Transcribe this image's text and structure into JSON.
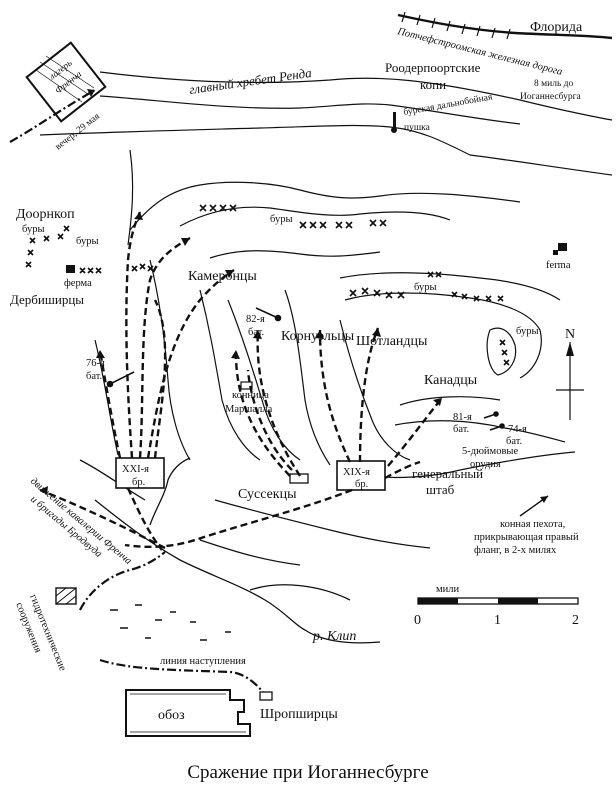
{
  "map": {
    "caption": "Сражение при Иоганнесбурге",
    "places": {
      "florida": "Флорида",
      "railway": "Потчефстроомская железная дорога",
      "mines_1": "Роодерпоортские",
      "mines_2": "копи",
      "distance_1": "8 миль до",
      "distance_2": "Иоганнесбурга",
      "ridge": "главный хребет Ренда",
      "boer_gun_1": "бурская дальнобойная",
      "boer_gun_2": "пушка",
      "camp_1": "лагерь",
      "camp_2": "Френча",
      "evening": "вечер, 29 мая",
      "doornkop": "Доорнкоп",
      "boers": "буры",
      "farm_cyr": "ферма",
      "farm_lat": "ferma",
      "river": "р. Клип",
      "hydro_1": "гидротехнические",
      "hydro_2": "сооружения",
      "advance_line": "линия наступления",
      "wagons": "обоз"
    },
    "units": {
      "derbyshire": "Дербиширцы",
      "camerons": "Камеронцы",
      "cornwall": "Корнуэльцы",
      "scots": "Шотландцы",
      "canadians": "Канадцы",
      "sussex": "Суссекцы",
      "shropshire": "Шропширцы",
      "bat_82_1": "82-я",
      "bat_82_2": "бат.",
      "bat_76_1": "76-я",
      "bat_76_2": "бат.",
      "bat_81_1": "81-я",
      "bat_81_2": "бат.",
      "bat_74_1": "74-я",
      "bat_74_2": "бат.",
      "guns_1": "5-дюймовые",
      "guns_2": "орудия",
      "marshall_1": "конница",
      "marshall_2": "Маршалла",
      "brigade_21_1": "XXI-я",
      "brigade_21_2": "бр.",
      "brigade_19_1": "XIX-я",
      "brigade_19_2": "бр.",
      "hq_1": "генеральный",
      "hq_2": "штаб",
      "cavalry_1": "движение кавалерии Френча",
      "cavalry_2": "и бригады Бродвуда",
      "mounted_1": "конная пехота,",
      "mounted_2": "прикрывающая правый",
      "mounted_3": "фланг, в 2-х милях"
    },
    "compass": {
      "north": "N"
    },
    "scale": {
      "title": "мили",
      "ticks": [
        "0",
        "1",
        "2"
      ]
    }
  }
}
